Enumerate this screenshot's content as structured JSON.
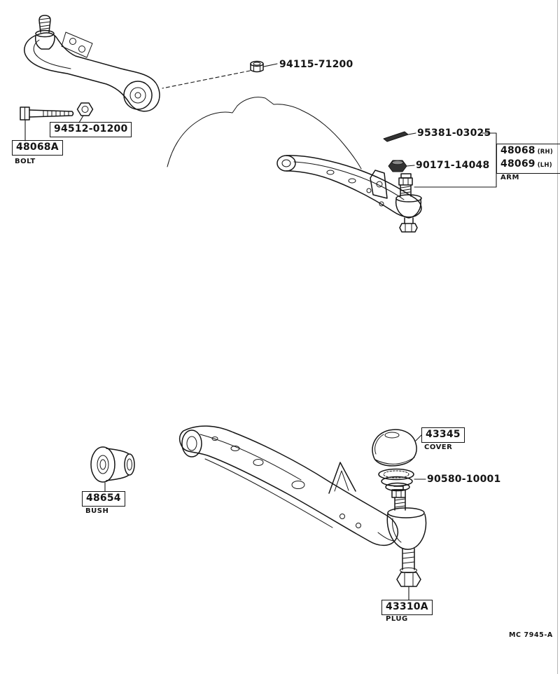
{
  "page": {
    "background": "#ffffff",
    "ink_color": "#151515",
    "footer_code": "MC 7945-A"
  },
  "upper_assembly": {
    "stud_nut": {
      "number": "94115-71200"
    },
    "washer": {
      "number": "94512-01200"
    },
    "bolt": {
      "number": "48068A",
      "name": "BOLT"
    },
    "cotter_pin": {
      "number": "95381-03025"
    },
    "arm_nut": {
      "number": "90171-14048"
    },
    "arm": {
      "rh_number": "48068",
      "rh_suffix": "(RH)",
      "lh_number": "48069",
      "lh_suffix": "(LH)",
      "name": "ARM"
    }
  },
  "lower_assembly": {
    "dust_cover": {
      "number": "43345",
      "name": "COVER"
    },
    "spring_washer": {
      "number": "90580-10001"
    },
    "bush": {
      "number": "48654",
      "name": "BUSH"
    },
    "plug": {
      "number": "43310A",
      "name": "PLUG"
    }
  }
}
